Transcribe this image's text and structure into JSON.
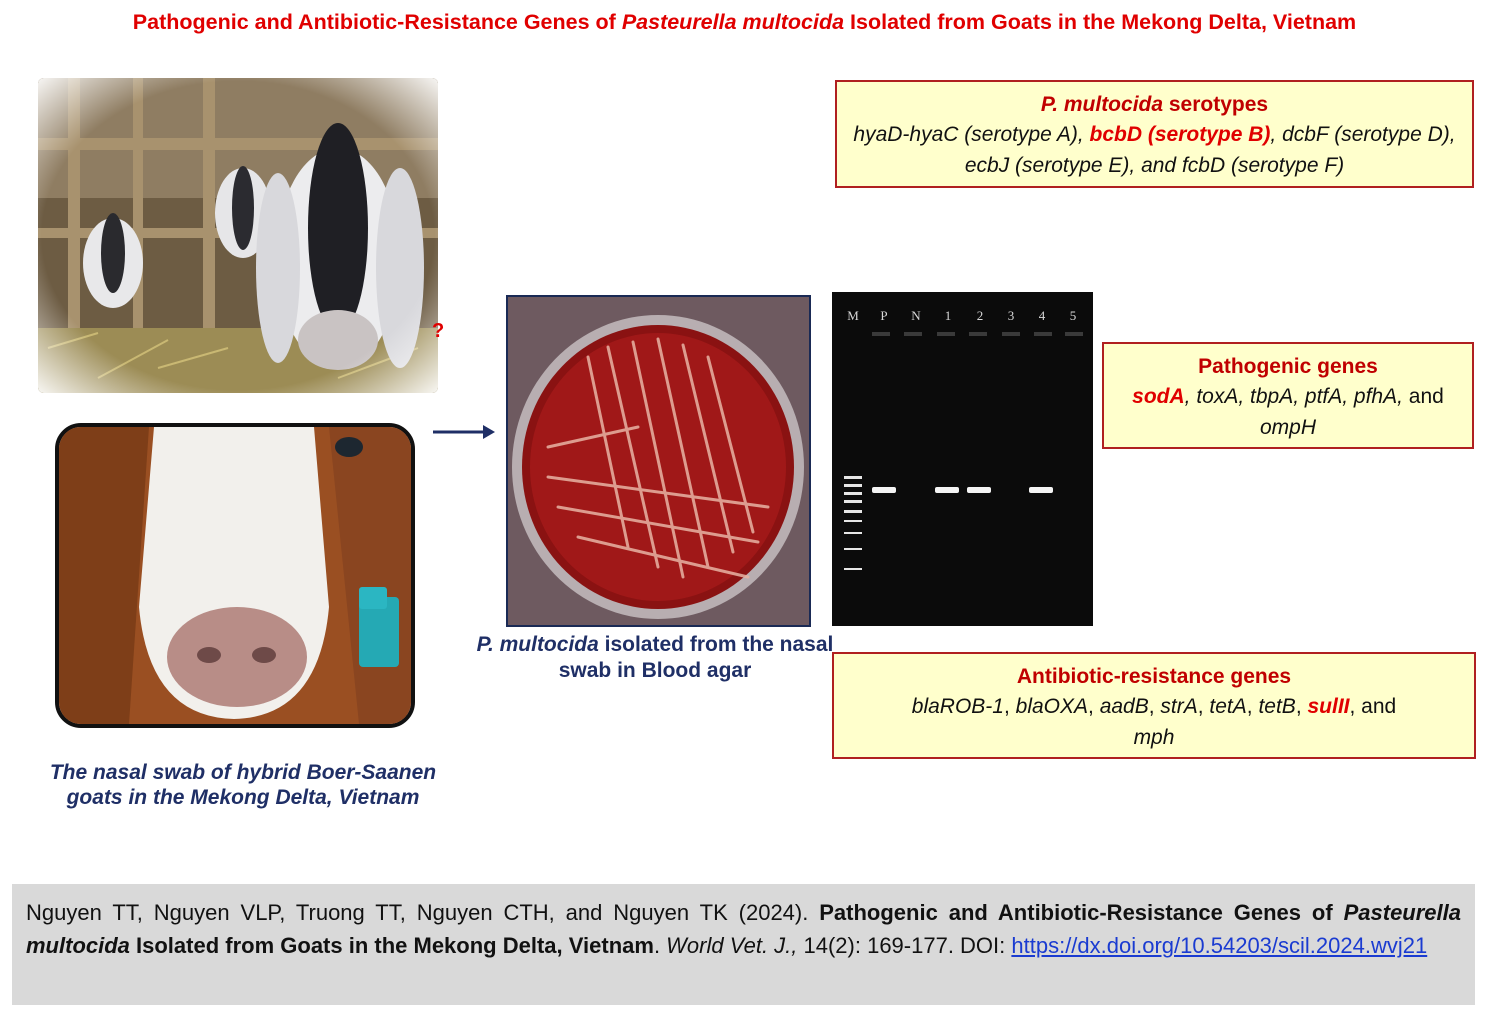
{
  "header": {
    "title_before": "Pathogenic and Antibiotic-Resistance Genes of ",
    "title_species": "Pasteurella multocida",
    "title_after": " Isolated from Goats in the Mekong Delta, Vietnam"
  },
  "left": {
    "question_mark": "?",
    "caption": "The nasal swab of hybrid Boer-Saanen goats in the Mekong Delta, Vietnam"
  },
  "middle": {
    "caption_species": "P. multocida",
    "caption_rest": " isolated from the nasal swab in Blood agar"
  },
  "gel": {
    "lanes": [
      "M",
      "P",
      "N",
      "1",
      "2",
      "3",
      "4",
      "5"
    ]
  },
  "serotypes_box": {
    "heading_species": "P. multocida",
    "heading_rest": " serotypes",
    "text_part1": "hyaD-hyaC (serotype A), ",
    "highlight": "bcbD (serotype B)",
    "text_part2": ", dcbF (serotype D), ecbJ (serotype E), and fcbD (serotype F)"
  },
  "pathogenic_box": {
    "heading": "Pathogenic genes",
    "highlight": "sodA",
    "genes": ", toxA, tbpA, ptfA, pfhA,",
    "and_word": " and ",
    "last_gene": "ompH"
  },
  "resistance_box": {
    "heading": "Antibiotic-resistance genes",
    "genes_part1": "blaROB-1",
    "genes_part2": "blaOXA",
    "genes_part3": "aadB",
    "genes_part4": "strA",
    "genes_part5": "tetA",
    "genes_part6": "tetB",
    "highlight": "sulII",
    "and_word": ", and",
    "last_gene": "mph"
  },
  "citation": {
    "authors": "Nguyen TT, Nguyen VLP, Truong TT, Nguyen CTH, and Nguyen TK (2024). ",
    "title_part1": "Pathogenic and Antibiotic-Resistance Genes of ",
    "title_species": "Pasteurella multocida",
    "title_part2": " Isolated from Goats in the Mekong Delta, Vietnam",
    "period": ". ",
    "journal": "World Vet. J.,",
    "volume": " 14(2): 169-177. DOI: ",
    "doi_url": "https://dx.doi.org/10.54203/scil.2024.wvj21"
  },
  "colors": {
    "title_red": "#e00000",
    "caption_navy": "#1f2f66",
    "box_fill": "#ffffcc",
    "box_border": "#b02020",
    "citation_bg": "#d9d9d9"
  }
}
